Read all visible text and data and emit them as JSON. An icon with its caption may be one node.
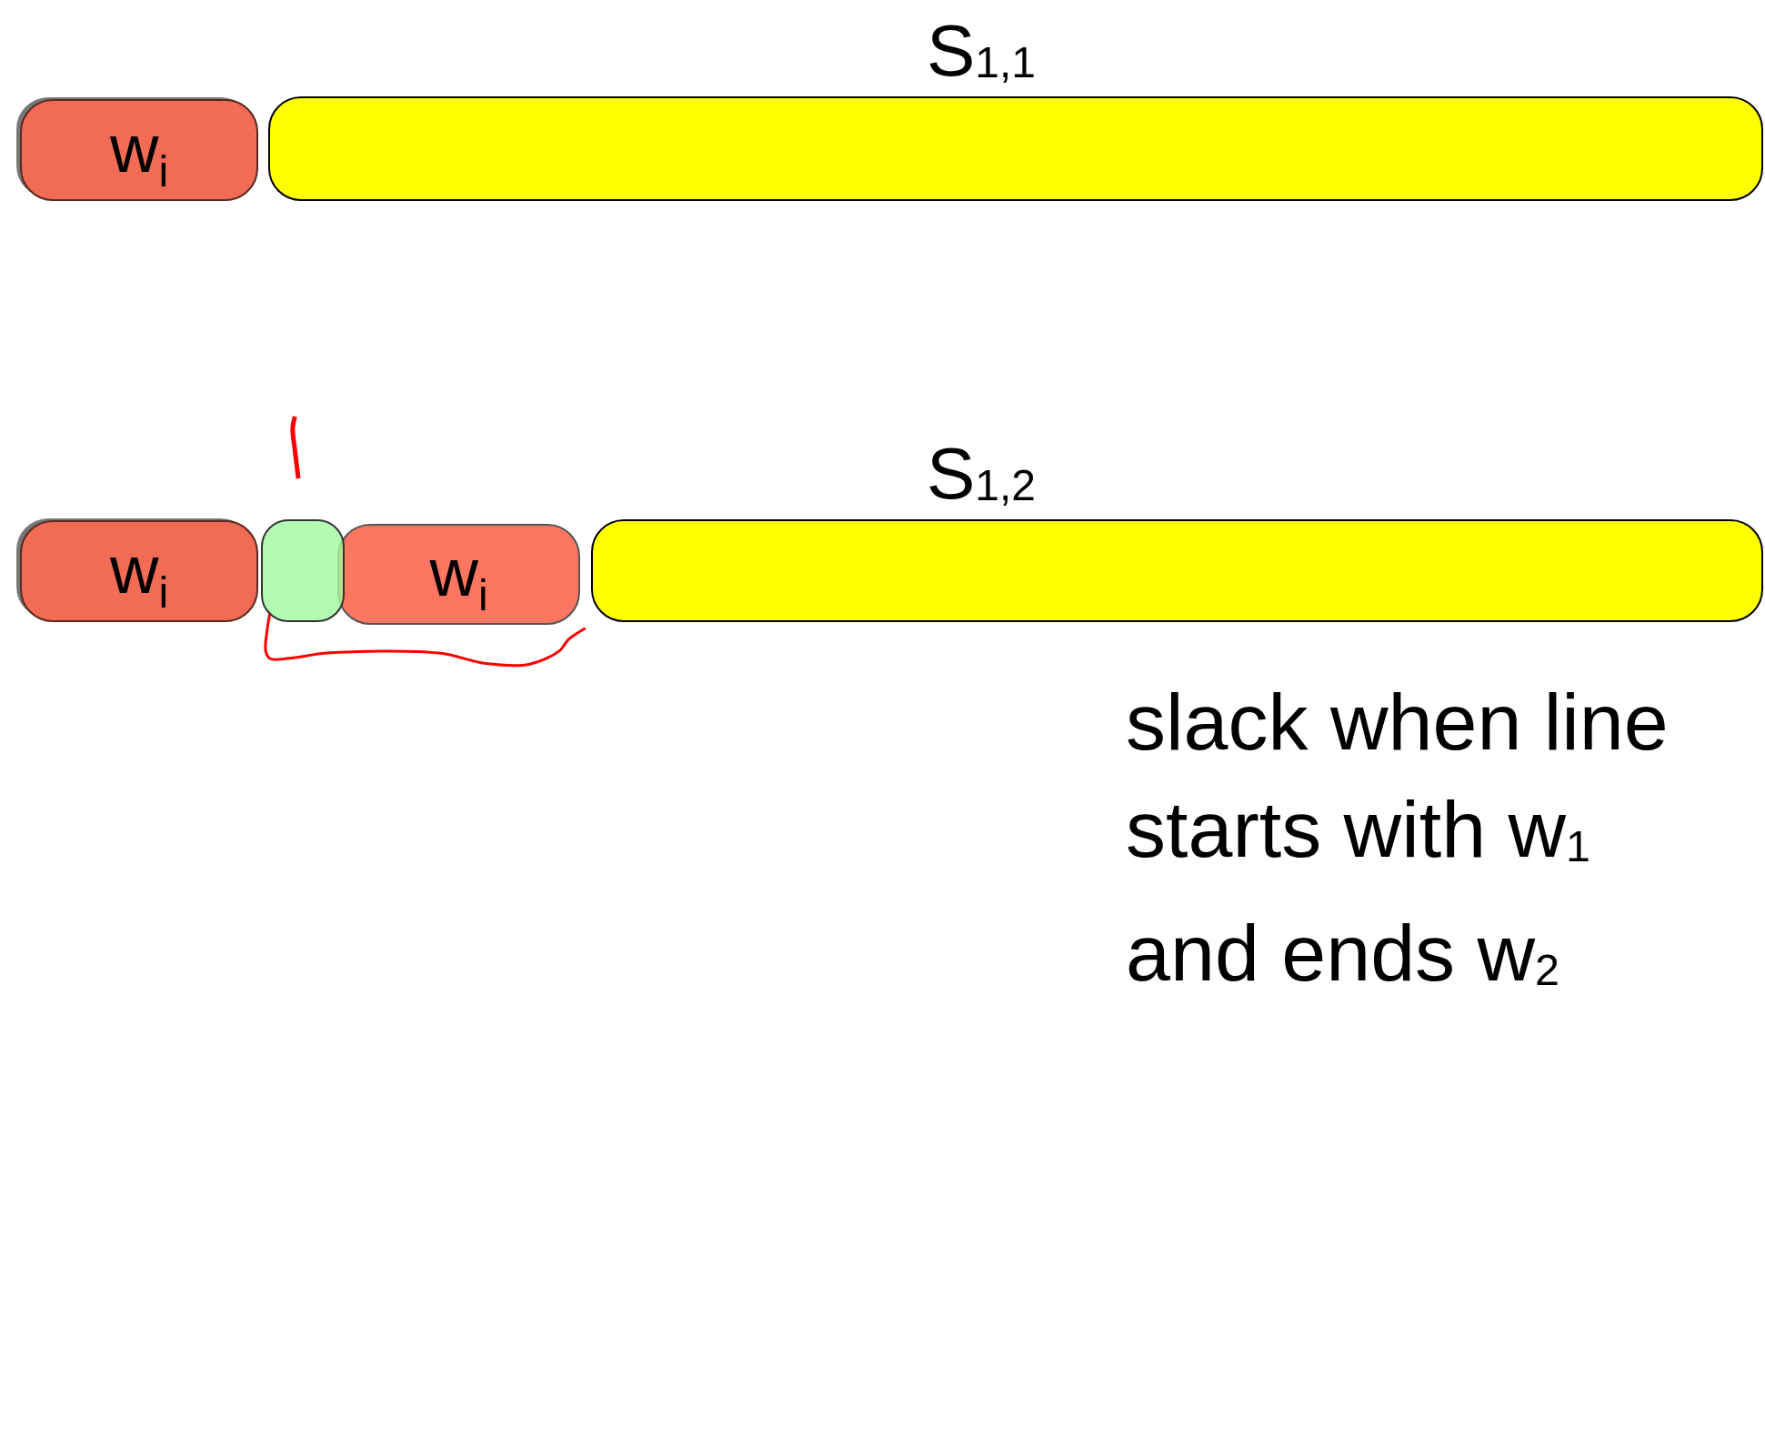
{
  "diagram": {
    "nodes": [
      {
        "text": [
          "w$_{i}$"
        ]
      },
      {
        "text": [
          "S$_{1,1}$"
        ]
      },
      {
        "text": [
          "w$_{i}$"
        ]
      },
      {
        "text": [],
        "shape": "box"
      },
      {
        "text": [
          "w$_{i}$"
        ]
      },
      {
        "text": [
          "S$_{1,2}$"
        ]
      }
    ],
    "labels": [
      "slack when line starts with w$_{1}$ and ends w$_{2}$"
    ]
  }
}
